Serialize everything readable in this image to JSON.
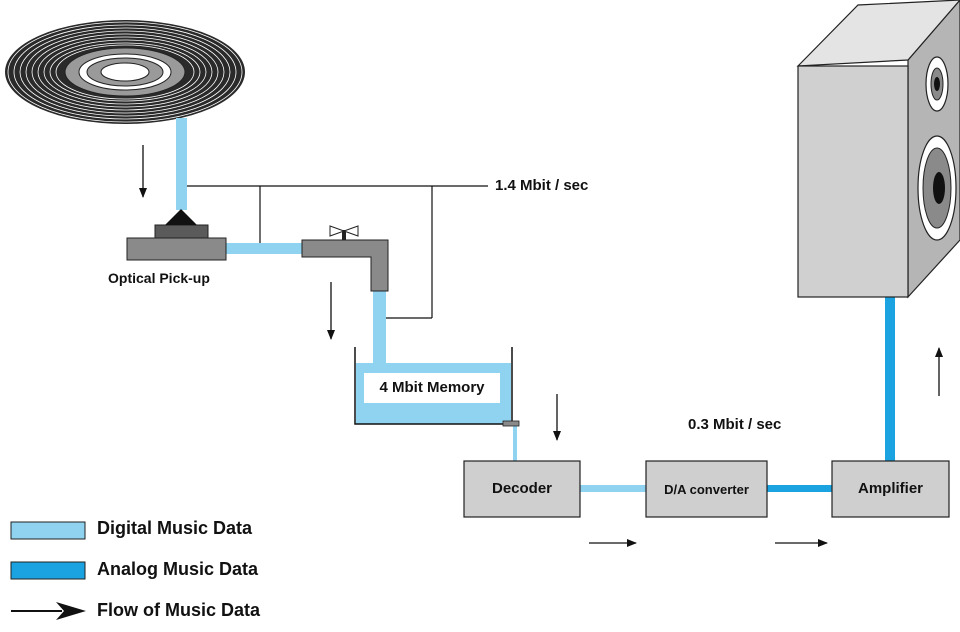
{
  "labels": {
    "rate_high": "1.4 Mbit / sec",
    "rate_low": "0.3 Mbit / sec",
    "pickup": "Optical Pick-up",
    "memory": "4 Mbit Memory"
  },
  "blocks": {
    "decoder": "Decoder",
    "converter": "D/A converter",
    "amplifier": "Amplifier"
  },
  "legend": {
    "digital": "Digital Music Data",
    "analog": "Analog Music Data",
    "flow": "Flow of Music Data"
  },
  "colors": {
    "digital": "#8fd3f0",
    "analog": "#1aa3e0",
    "box_fill": "#cfcfcf",
    "dark_gray": "#8a8a8a",
    "cabinet_front": "#d0d0d0",
    "cabinet_side": "#b5b5b5"
  }
}
